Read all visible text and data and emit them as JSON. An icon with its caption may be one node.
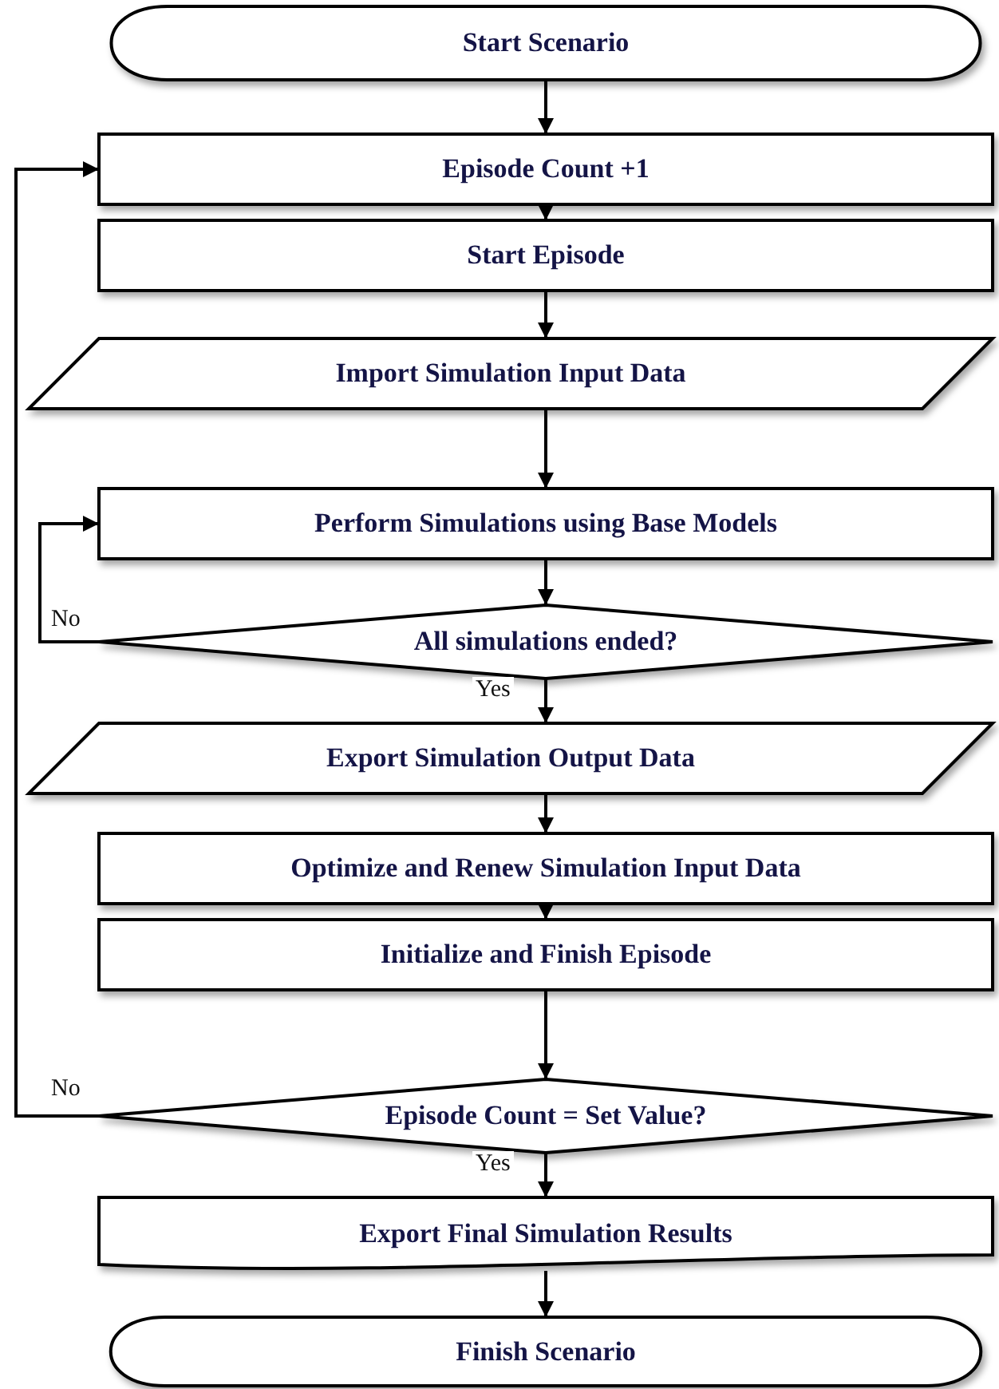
{
  "diagram": {
    "nodes": [
      {
        "text": [
          "Start Scenario"
        ]
      },
      {
        "text": [
          "Episode Count +1"
        ]
      },
      {
        "text": [
          "Start Episode"
        ]
      },
      {
        "text": [
          "Import Simulation Input Data"
        ]
      },
      {
        "text": [
          "Perform Simulations using Base Models"
        ]
      },
      {
        "text": [
          "All simulations ended?"
        ]
      },
      {
        "text": [
          "Export Simulation Output Data"
        ]
      },
      {
        "text": [
          "Optimize and Renew Simulation Input Data"
        ]
      },
      {
        "text": [
          "Initialize and Finish Episode"
        ]
      },
      {
        "text": [
          "Episode Count = Set Value?"
        ]
      },
      {
        "text": [
          "Export Final Simulation Results"
        ]
      },
      {
        "text": [
          "Finish Scenario"
        ]
      }
    ],
    "edges": [
      {
        "from": 0,
        "to": 1,
        "arrow": "to"
      },
      {
        "from": 1,
        "to": 2,
        "arrow": "to"
      },
      {
        "from": 2,
        "to": 3,
        "arrow": "to"
      },
      {
        "from": 3,
        "to": 4,
        "arrow": "to"
      },
      {
        "from": 4,
        "to": 5,
        "arrow": "to"
      },
      {
        "from": 5,
        "to": 4,
        "arrow": "to",
        "label": "No"
      },
      {
        "from": 5,
        "to": 6,
        "arrow": "to",
        "label": "Yes"
      },
      {
        "from": 6,
        "to": 7,
        "arrow": "to"
      },
      {
        "from": 7,
        "to": 8,
        "arrow": "to"
      },
      {
        "from": 8,
        "to": 9,
        "arrow": "to"
      },
      {
        "from": 9,
        "to": 1,
        "arrow": "to",
        "label": "No"
      },
      {
        "from": 9,
        "to": 10,
        "arrow": "to",
        "label": "Yes"
      },
      {
        "from": 10,
        "to": 11,
        "arrow": "to"
      }
    ]
  }
}
